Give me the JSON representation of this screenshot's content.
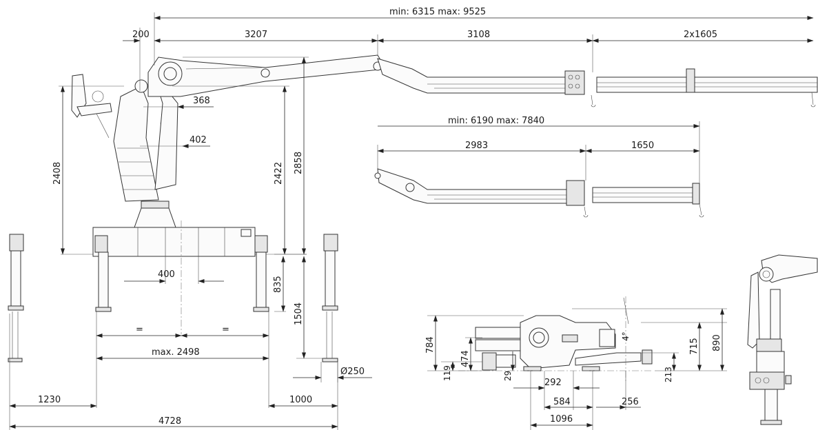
{
  "colors": {
    "ink": "#1a1a1a",
    "line": "#333333",
    "fill": "#fbfbfb",
    "shade": "#e6e6e6"
  },
  "dimensions": {
    "total_reach": "min: 6315   max: 9525",
    "d_200": "200",
    "d_3207": "3207",
    "d_3108": "3108",
    "d_2x1605": "2x1605",
    "d_368": "368",
    "d_402": "402",
    "d_2408": "2408",
    "d_2422": "2422",
    "d_2858": "2858",
    "d_400": "400",
    "eq_left": "=",
    "eq_right": "=",
    "max_2498": "max.  2498",
    "d_835": "835",
    "d_1504": "1504",
    "d_250": "Ø250",
    "d_1230": "1230",
    "d_1000": "1000",
    "d_4728": "4728",
    "alt_reach": "min: 6190   max: 7840",
    "d_2983": "2983",
    "d_1650": "1650",
    "top_784": "784",
    "top_474": "474",
    "top_119": "119",
    "top_29": "29",
    "top_292": "292",
    "top_584": "584",
    "top_1096": "1096",
    "top_256": "256",
    "top_213": "213",
    "top_715": "715",
    "top_890": "890",
    "angle_4": "4°"
  }
}
